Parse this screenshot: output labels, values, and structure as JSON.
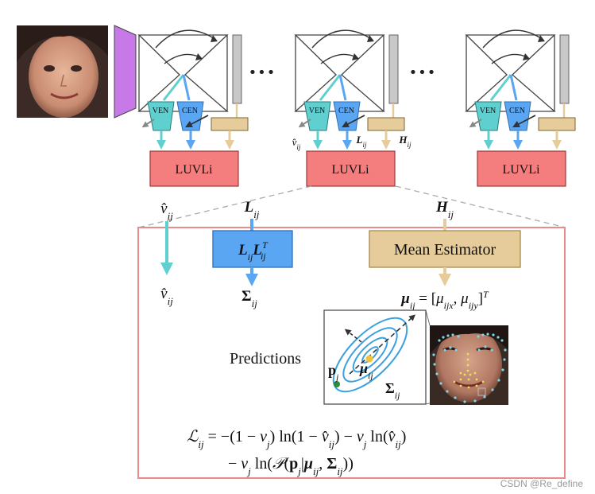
{
  "stacks": {
    "block_label": "LUVLi",
    "ven_label": "VEN",
    "cen_label": "CEN",
    "ellipsis": "•••",
    "mid_labels": {
      "v": "v̂ij",
      "L": "Lij",
      "H": "Hij"
    }
  },
  "detail": {
    "top_labels": {
      "v": "v̂ij",
      "L": "Lij",
      "H": "Hij"
    },
    "llt_box": "LijLijT",
    "mean_estimator": "Mean Estimator",
    "v_out": "v̂ij",
    "sigma_out": "Σij",
    "mu_eq": "μij = [μijx, μijy]T",
    "predictions": "Predictions",
    "pj_label": "pj",
    "mu_label": "μij",
    "sigma_label": "Σij",
    "loss_line1": "ℒij = −(1 − vj) ln(1 − v̂ij) − vj ln(v̂ij)",
    "loss_line2": "− vj ln(𝒫(pj|μij, Σij))"
  },
  "watermark": "CSDN @Re_define",
  "colors": {
    "purple": "#c779e8",
    "cyan": "#5fd0cf",
    "blue": "#5aa6f2",
    "tan": "#e6cc9a",
    "tan_stroke": "#c9a865",
    "red_fill": "#f47e7e",
    "red_border": "#e98b8b",
    "gray": "#c8c8c8",
    "ellipse": "#3aa0e0",
    "mu_dot": "#f2c23a",
    "p_dot": "#2e8b3a"
  }
}
